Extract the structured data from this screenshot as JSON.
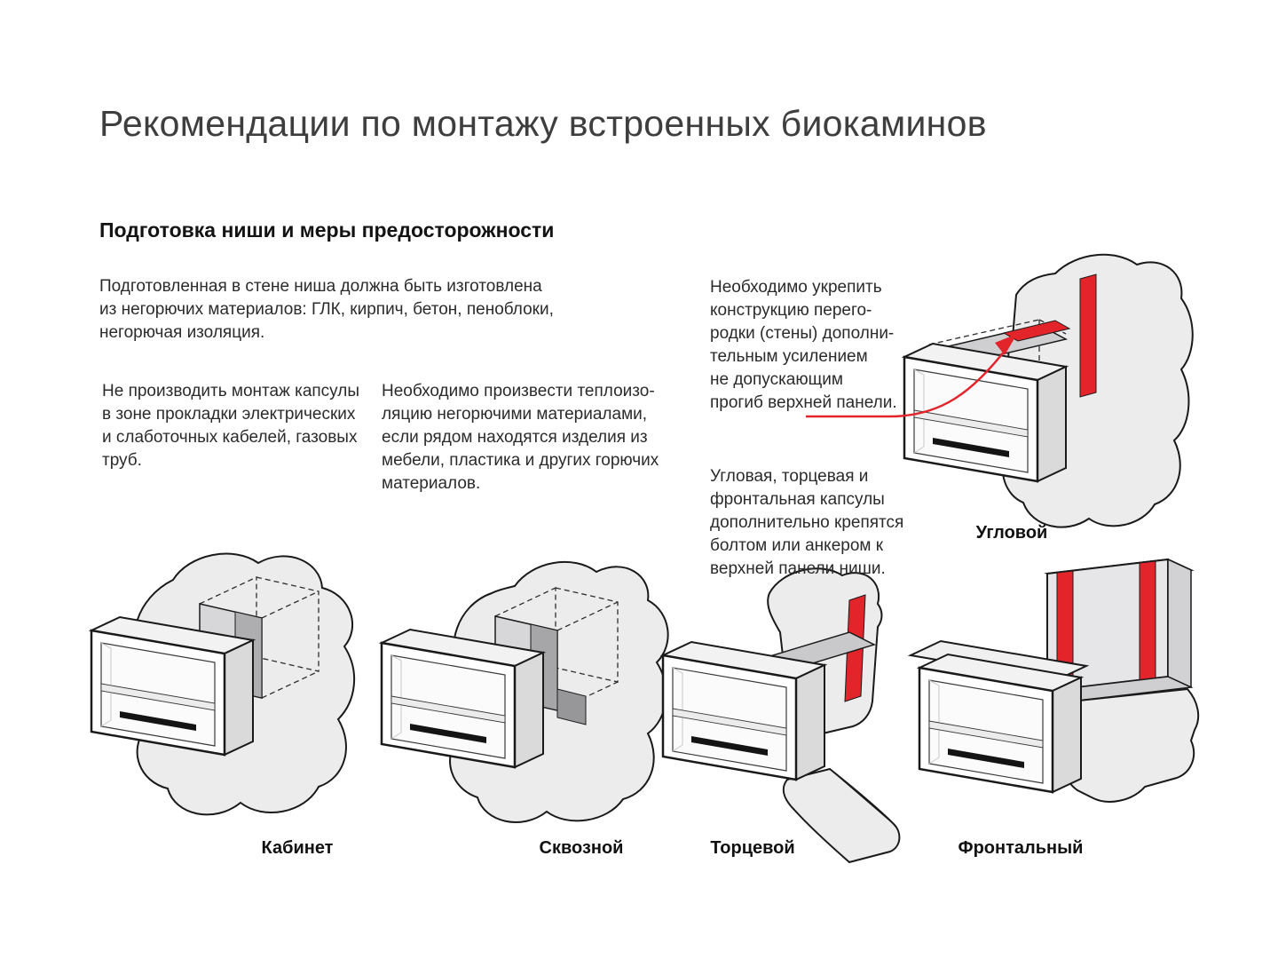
{
  "page": {
    "title": "Рекомендации по монтажу встроенных биокаминов",
    "section_heading": "Подготовка ниши и меры предосторожности",
    "paragraphs": {
      "intro": "Подготовленная в стене ниша должна быть изготовлена\nиз негорючих материалов: ГЛК, кирпич, бетон, пеноблоки,\nнегорючая изоляция.",
      "no_cables": "Не производить монтаж капсулы\nв зоне прокладки электрических\nи слаботочных кабелей, газовых\nтруб.",
      "insulation": "Необходимо произвести теплоизо-\nляцию негорючими материалами,\nесли рядом находятся изделия из\nмебели, пластика и других горючих\nматериалов.",
      "reinforce": "Необходимо укрепить\nконструкцию перего-\nродки (стены) дополни-\nтельным усилением\nне допускающим\nпрогиб верхней панели.",
      "anchoring": "Угловая, торцевая и\nфронтальная капсулы\nдополнительно крепятся\nболтом или анкером к\nверхней панели ниши."
    },
    "diagrams": {
      "corner": {
        "label": "Угловой"
      },
      "cabinet": {
        "label": "Кабинет"
      },
      "through": {
        "label": "Сквозной"
      },
      "end": {
        "label": "Торцевой"
      },
      "frontal": {
        "label": "Фронтальный"
      }
    },
    "colors": {
      "accent_red": "#E3242B",
      "wall_fill": "#ECECEC",
      "line": "#1A1A1A",
      "text": "#2B2B2B"
    }
  }
}
